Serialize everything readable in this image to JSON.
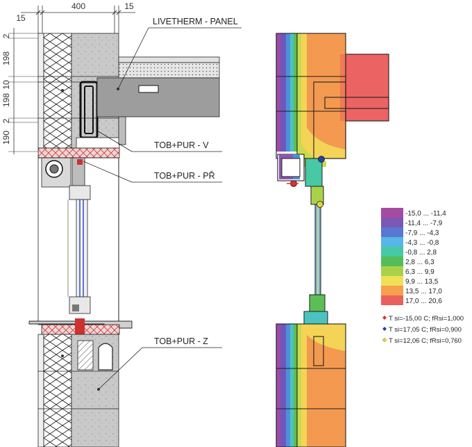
{
  "dimensions": {
    "top_width": "400",
    "top_left_offset": "15",
    "top_right_offset": "15",
    "vertical": [
      "2",
      "198",
      "10",
      "198",
      "2",
      "190"
    ]
  },
  "callouts": {
    "panel": "LIVETHERM - PANEL",
    "lintel_v": "TOB+PUR - V",
    "lintel_pr": "TOB+PUR - PŘ",
    "sill_z": "TOB+PUR - Z"
  },
  "legend": {
    "ranges": [
      {
        "label": "-15,0 ... -11,4",
        "color": "#a64ca0"
      },
      {
        "label": "-11,4 ... -7,9",
        "color": "#7b57b6"
      },
      {
        "label": "-7,9 ... -4,3",
        "color": "#5a78d2"
      },
      {
        "label": "-4,3 ... -0,8",
        "color": "#58b6e8"
      },
      {
        "label": "-0,8 ... 2,8",
        "color": "#48c9a6"
      },
      {
        "label": "2,8 ... 6,3",
        "color": "#55bd57"
      },
      {
        "label": "6,3 ... 9,9",
        "color": "#a9d24a"
      },
      {
        "label": "9,9 ... 13,5",
        "color": "#f1e056"
      },
      {
        "label": "13,5 ... 17,0",
        "color": "#f5a04c"
      },
      {
        "label": "17,0 ... 20,6",
        "color": "#ec5f5f"
      }
    ],
    "markers": [
      {
        "label": "T si=-15,00 C; fRsi=1,000",
        "color": "#d93030"
      },
      {
        "label": "T si=17,05 C; fRsi=0,900",
        "color": "#2b3fa8"
      },
      {
        "label": "T si=12,06 C; fRsi=0,760",
        "color": "#e7d23a"
      }
    ]
  }
}
